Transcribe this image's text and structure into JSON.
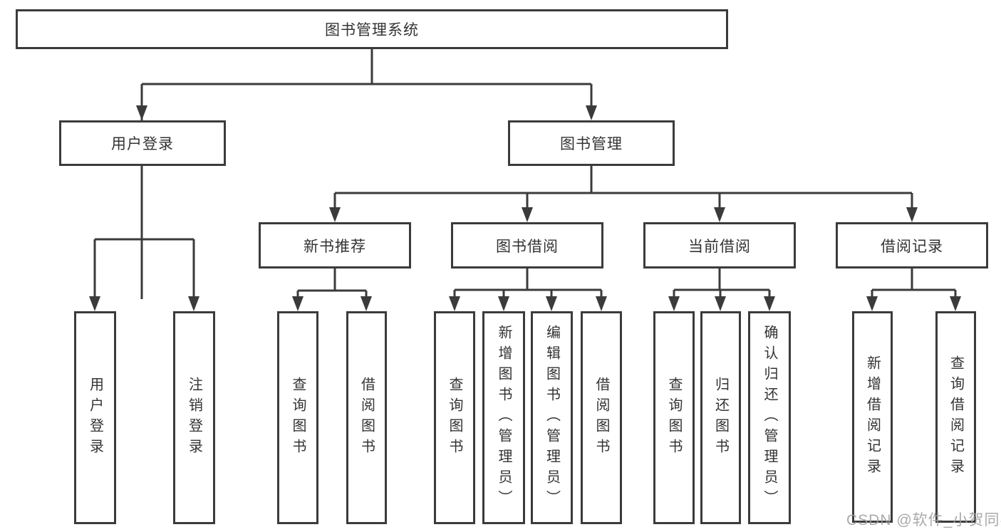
{
  "diagram": {
    "root": {
      "label": "图书管理系统"
    },
    "level2": [
      {
        "label": "用户登录"
      },
      {
        "label": "图书管理"
      }
    ],
    "level3": [
      {
        "label": "新书推荐"
      },
      {
        "label": "图书借阅"
      },
      {
        "label": "当前借阅"
      },
      {
        "label": "借阅记录"
      }
    ],
    "leaves": {
      "user_login": [
        {
          "label": "用户登录"
        },
        {
          "label": "注销登录"
        }
      ],
      "new_books": [
        {
          "label": "查询图书"
        },
        {
          "label": "借阅图书"
        }
      ],
      "book_borrow": [
        {
          "label": "查询图书"
        },
        {
          "label": "新增图书（管理员）"
        },
        {
          "label": "编辑图书（管理员）"
        },
        {
          "label": "借阅图书"
        }
      ],
      "current_borrow": [
        {
          "label": "查询图书"
        },
        {
          "label": "归还图书"
        },
        {
          "label": "确认归还（管理员）"
        }
      ],
      "borrow_records": [
        {
          "label": "新增借阅记录"
        },
        {
          "label": "查询借阅记录"
        }
      ]
    }
  },
  "watermark": {
    "text": "CSDN @软件_小贺同学"
  },
  "colors": {
    "line": "#3b3b3b",
    "text": "#333333",
    "watermark": "#9e9e9e",
    "background": "#ffffff"
  }
}
